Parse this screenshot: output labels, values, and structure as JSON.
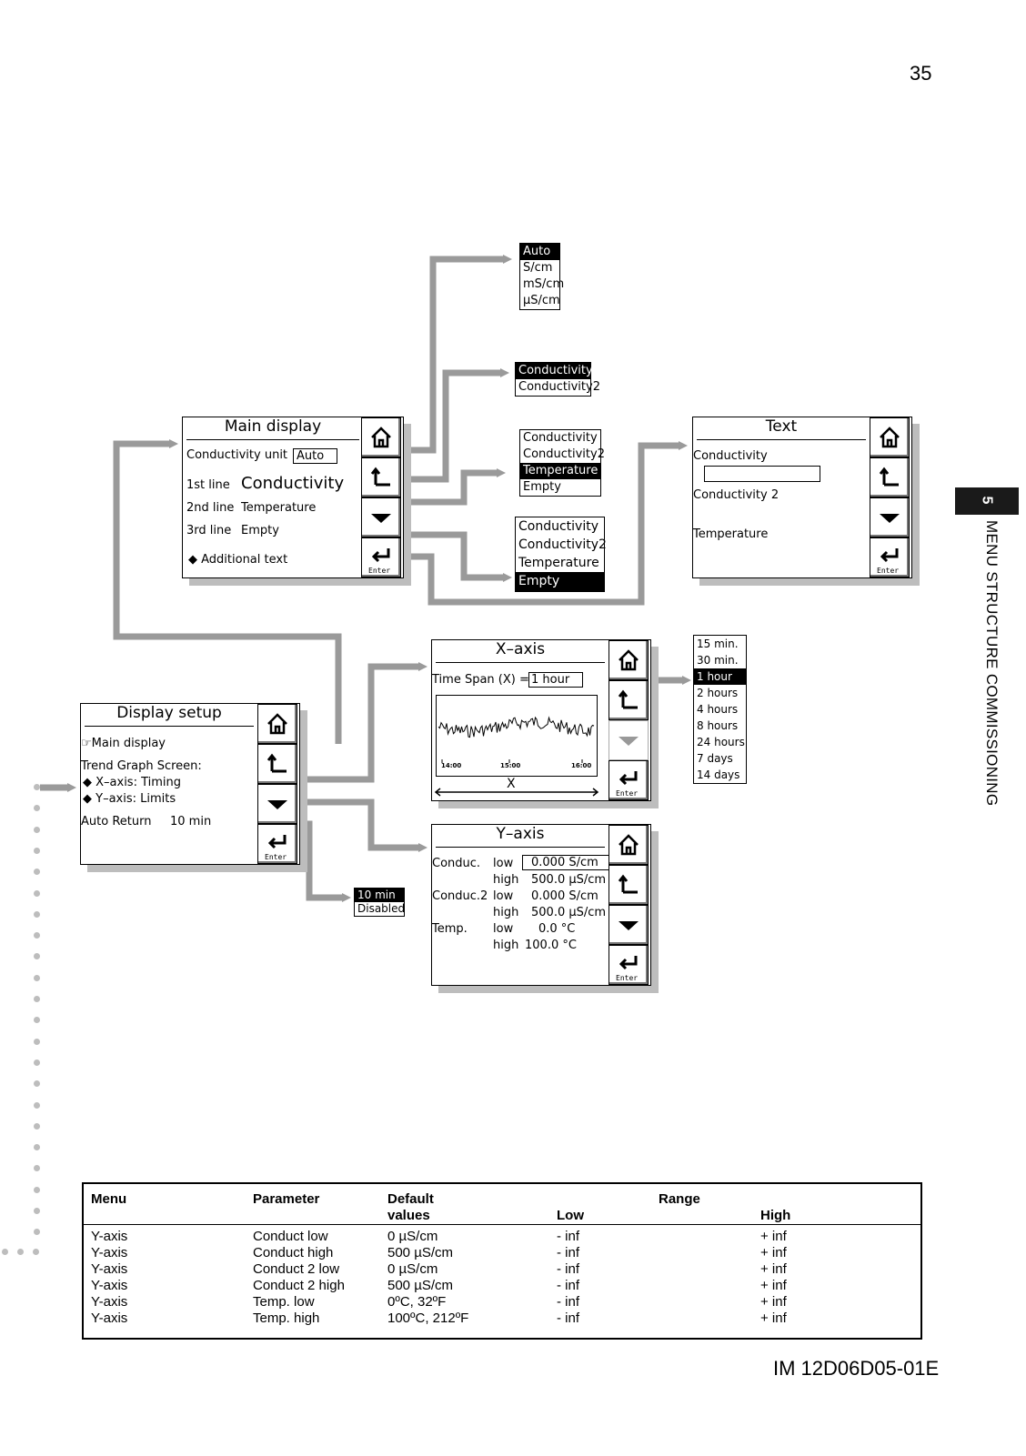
{
  "page_number": "35",
  "footer": "IM 12D06D05-01E",
  "chapter": {
    "number": "5",
    "title": "MENU STRUCTURE COMMISSIONING"
  },
  "main_display": {
    "title": "Main display",
    "conductivity_unit_label": "Conductivity unit",
    "conductivity_unit_value": "Auto",
    "line1_label": "1st line",
    "line1_value": "Conductivity",
    "line2_label": "2nd line",
    "line2_value": "Temperature",
    "line3_label": "3rd line",
    "line3_value": "Empty",
    "additional_text": "◆ Additional text"
  },
  "unit_options": {
    "items": [
      "Auto",
      "S/cm",
      "mS/cm",
      "µS/cm"
    ],
    "selected": "Auto"
  },
  "line1_options": {
    "items": [
      "Conductivity",
      "Conductivity2"
    ],
    "selected": "Conductivity"
  },
  "line2_options": {
    "items": [
      "Conductivity",
      "Conductivity2",
      "Temperature",
      "Empty"
    ],
    "selected": "Temperature"
  },
  "line3_options": {
    "items": [
      "Conductivity",
      "Conductivity2",
      "Temperature",
      "Empty"
    ],
    "selected": "Empty"
  },
  "text_screen": {
    "title": "Text",
    "field1_label": "Conductivity",
    "field2_label": "Conductivity 2",
    "field3_label": "Temperature"
  },
  "display_setup": {
    "title": "Display setup",
    "main_display_link": "☞Main display",
    "trend_graph_label": "Trend Graph Screen:",
    "x_axis_item": "◆ X–axis: Timing",
    "y_axis_item": "◆ Y–axis: Limits",
    "auto_return_label": "Auto Return",
    "auto_return_value": "10 min"
  },
  "auto_return_options": {
    "items": [
      "10 min",
      "Disabled"
    ],
    "selected": "10 min"
  },
  "x_axis": {
    "title": "X–axis",
    "time_span_label": "Time Span (X) =",
    "time_span_value": "1 hour",
    "ticks": [
      "14:00",
      "15:00",
      "16:00"
    ],
    "axis_label": "X"
  },
  "time_span_options": {
    "items": [
      "15 min.",
      "30 min.",
      "1 hour",
      "2 hours",
      "4 hours",
      "8 hours",
      "24 hours",
      "7 days",
      "14 days"
    ],
    "selected": "1 hour"
  },
  "y_axis": {
    "title": "Y–axis",
    "rows": [
      {
        "group": "Conduc.",
        "bound": "low",
        "value": "0.000 S/cm"
      },
      {
        "group": "",
        "bound": "high",
        "value": "500.0 µS/cm"
      },
      {
        "group": "Conduc.2",
        "bound": "low",
        "value": "0.000 S/cm"
      },
      {
        "group": "",
        "bound": "high",
        "value": "500.0 µS/cm"
      },
      {
        "group": "Temp.",
        "bound": "low",
        "value": "0.0 °C"
      },
      {
        "group": "",
        "bound": "high",
        "value": "100.0 °C"
      }
    ]
  },
  "buttons": {
    "enter_label": "Enter"
  },
  "table": {
    "headers": {
      "menu": "Menu",
      "parameter": "Parameter",
      "default_1": "Default",
      "default_2": "values",
      "range": "Range",
      "low": "Low",
      "high": "High"
    },
    "rows": [
      {
        "menu": "Y-axis",
        "parameter": "Conduct low",
        "default": "0 µS/cm",
        "low": "- inf",
        "high": "+ inf"
      },
      {
        "menu": "Y-axis",
        "parameter": "Conduct high",
        "default": "500 µS/cm",
        "low": "- inf",
        "high": "+ inf"
      },
      {
        "menu": "Y-axis",
        "parameter": "Conduct 2 low",
        "default": "0 µS/cm",
        "low": "- inf",
        "high": "+ inf"
      },
      {
        "menu": "Y-axis",
        "parameter": "Conduct 2 high",
        "default": "500 µS/cm",
        "low": "- inf",
        "high": "+ inf"
      },
      {
        "menu": "Y-axis",
        "parameter": "Temp. low",
        "default": "0ºC, 32ºF",
        "low": "- inf",
        "high": "+ inf"
      },
      {
        "menu": "Y-axis",
        "parameter": "Temp. high",
        "default": "100ºC, 212ºF",
        "low": "- inf",
        "high": "+ inf"
      }
    ]
  }
}
